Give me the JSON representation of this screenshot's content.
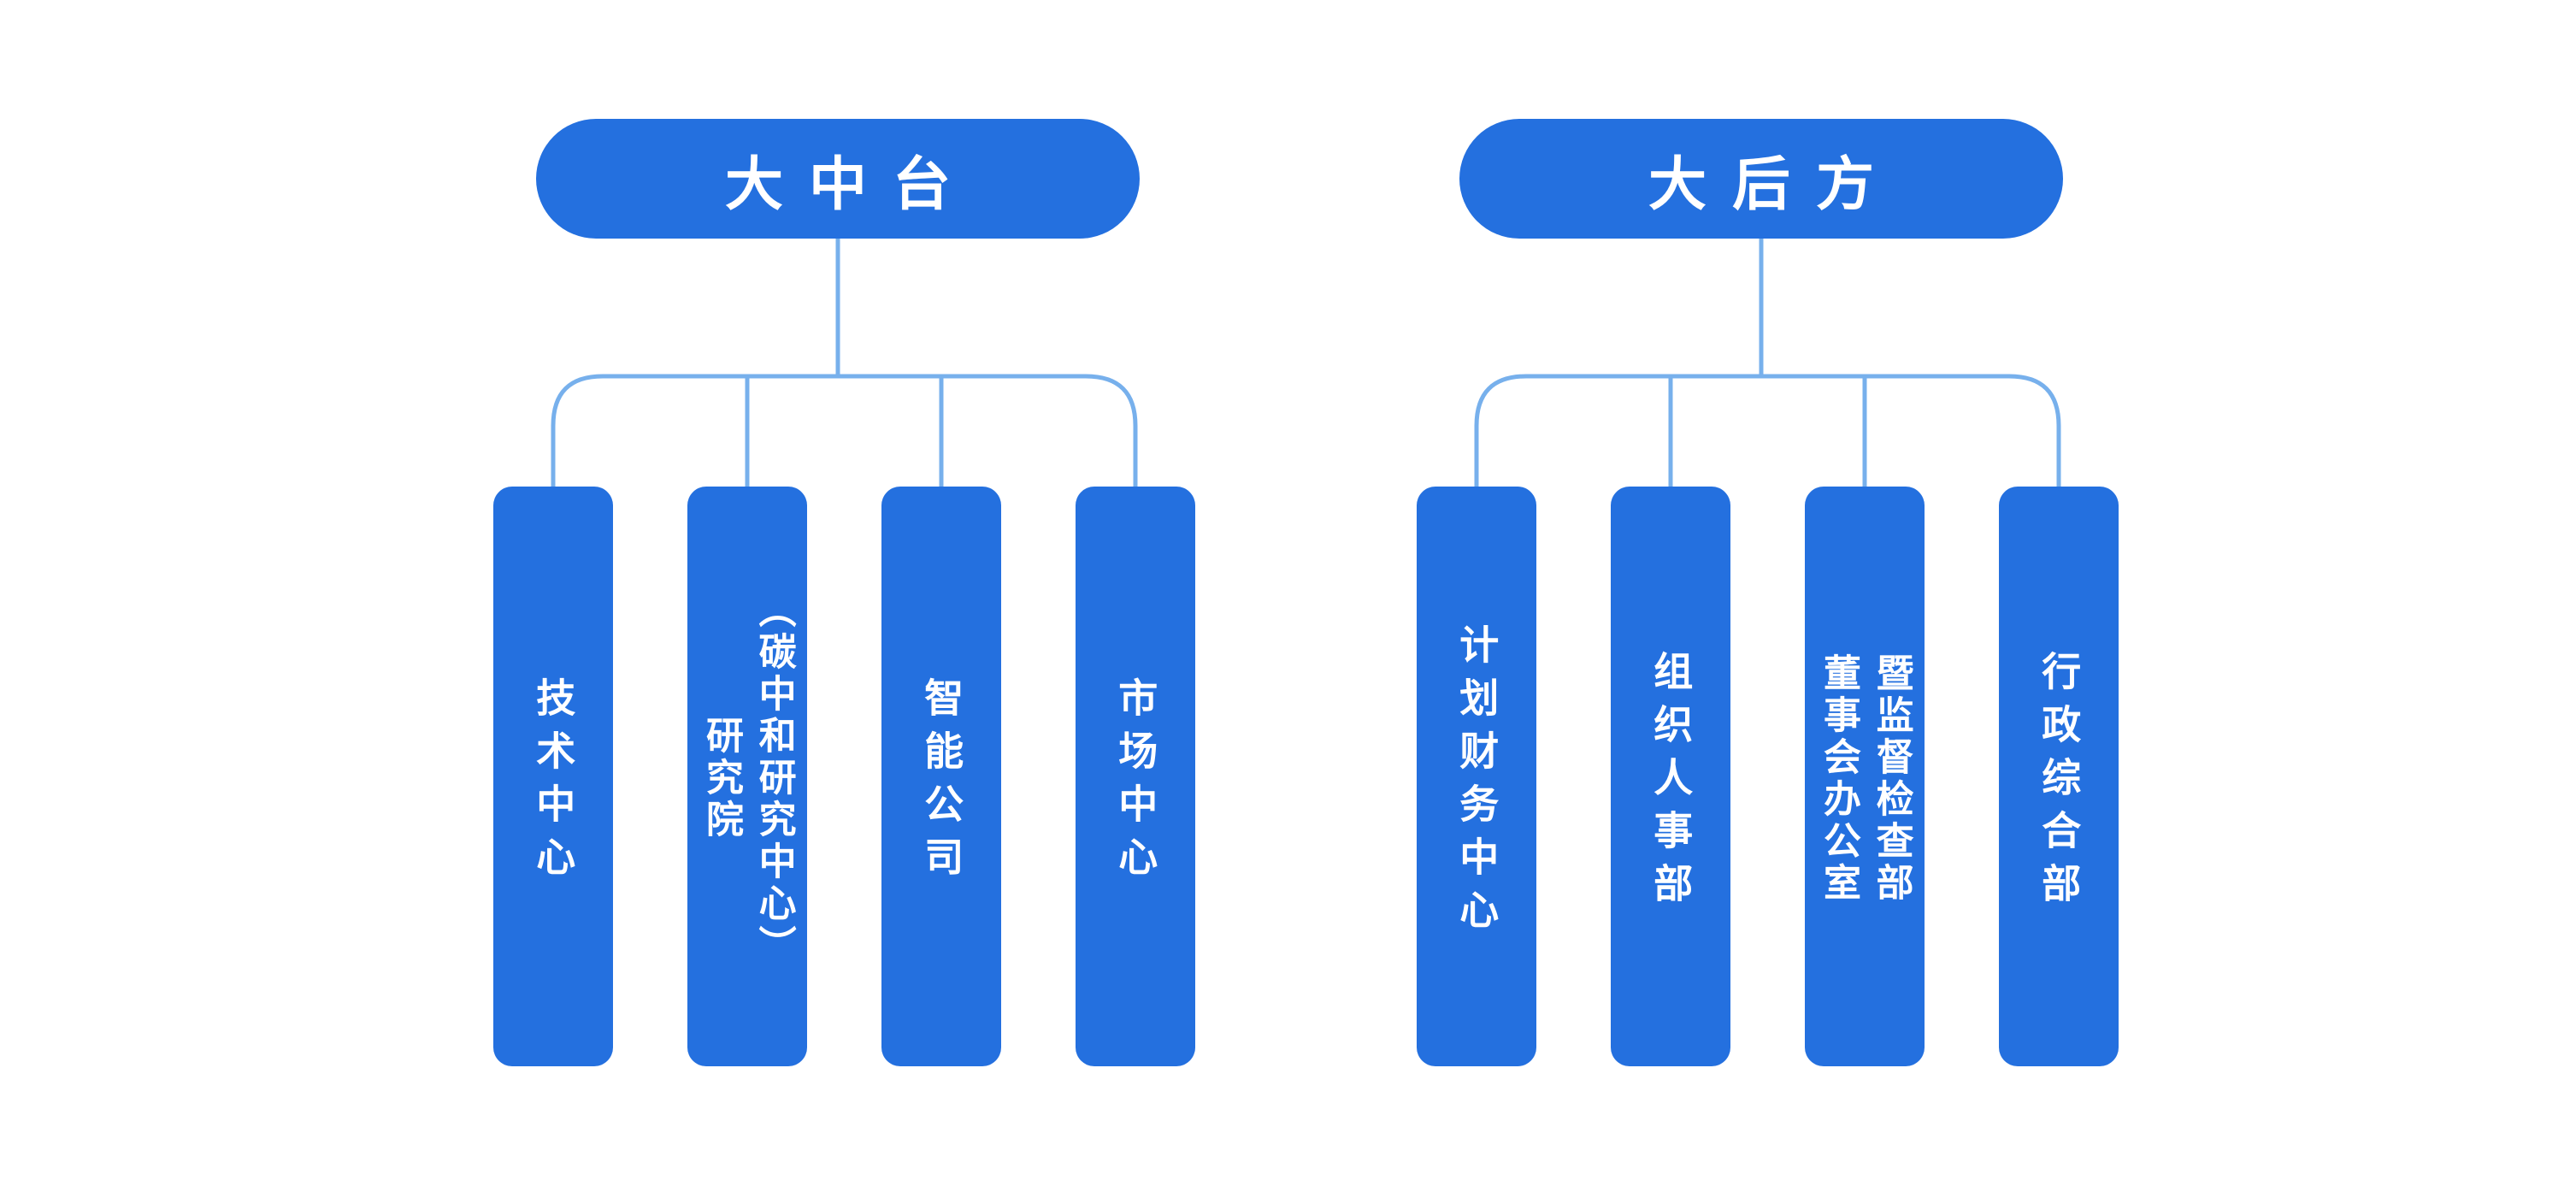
{
  "colors": {
    "background": "#FFFFFF",
    "node_fill": "#2470DF",
    "node_text": "#FFFFFF",
    "connector": "#77B0EC"
  },
  "groups": [
    {
      "title": "大中台",
      "children": [
        {
          "label": "技术中心"
        },
        {
          "label": "研究院\n（碳中和研究中心）"
        },
        {
          "label": "智能公司"
        },
        {
          "label": "市场中心"
        }
      ]
    },
    {
      "title": "大后方",
      "children": [
        {
          "label": "计划财务中心"
        },
        {
          "label": "组织人事部"
        },
        {
          "label": "董事会办公室\n暨监督检查部"
        },
        {
          "label": "行政综合部"
        }
      ]
    }
  ]
}
